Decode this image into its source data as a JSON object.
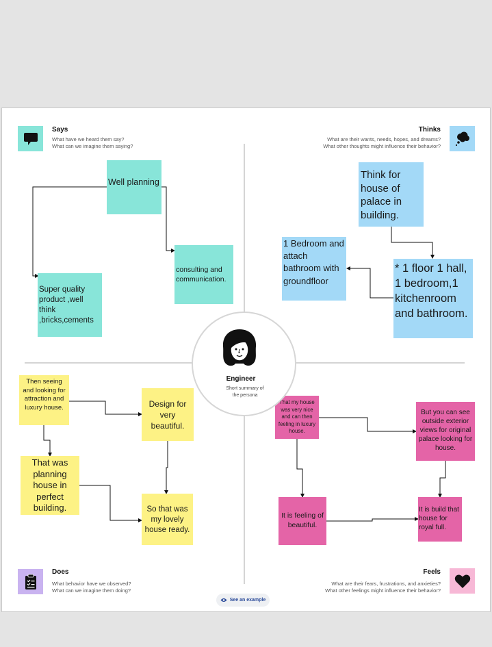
{
  "says": {
    "title": "Says",
    "sub1": "What have we heard them say?",
    "sub2": "What can we imagine them saying?",
    "icon": "speech-bubble-icon",
    "color": "#88e5d9",
    "notes": [
      "Well planning",
      "consulting and communication.",
      "Super quality product ,well think ,bricks,cements"
    ]
  },
  "thinks": {
    "title": "Thinks",
    "sub1": "What are their wants, needs, hopes, and dreams?",
    "sub2": "What other thoughts might influence their behavior?",
    "icon": "thought-cloud-icon",
    "color": "#a3d9f7",
    "notes": [
      "Think for house of palace in building.",
      "* 1 floor 1 hall, 1 bedroom,1 kitchenroom and bathroom.",
      "1 Bedroom and attach bathroom with groundfloor"
    ]
  },
  "does": {
    "title": "Does",
    "sub1": "What behavior have we observed?",
    "sub2": "What can we imagine them doing?",
    "icon": "clipboard-icon",
    "color": "#fdf285",
    "notes": [
      "Then seeing and looking for attraction and luxury house.",
      "Design for very beautiful.",
      "That was planning house in perfect building.",
      "So that was my lovely house ready."
    ]
  },
  "feels": {
    "title": "Feels",
    "sub1": "What are their fears, frustrations, and anxieties?",
    "sub2": "What other feelings might influence their behavior?",
    "icon": "heart-icon",
    "color": "#e464a7",
    "notes": [
      "That my house was very nice and can then feeling in luxury house.",
      "But you can see outside exterior views for original palace looking for house.",
      "It is feeling of beautiful.",
      "It is build that house for royal full."
    ]
  },
  "persona": {
    "name": "Engineer",
    "summary_line1": "Short summary of",
    "summary_line2": "the persona",
    "icon": "persona-avatar-icon"
  },
  "example_button": {
    "label": "See an example",
    "icon": "eye-icon"
  }
}
